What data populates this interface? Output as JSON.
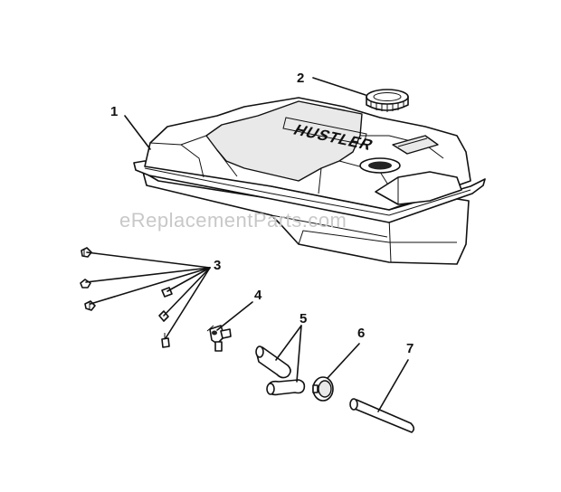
{
  "watermark": "eReplacementParts.com",
  "tank_label": "HUSTLER",
  "callouts": [
    {
      "id": "1",
      "label": "1",
      "part": "fuel tank"
    },
    {
      "id": "2",
      "label": "2",
      "part": "fuel cap"
    },
    {
      "id": "3",
      "label": "3",
      "part": "fasteners"
    },
    {
      "id": "4",
      "label": "4",
      "part": "shut-off valve"
    },
    {
      "id": "5",
      "label": "5",
      "part": "hose elbows"
    },
    {
      "id": "6",
      "label": "6",
      "part": "filter"
    },
    {
      "id": "7",
      "label": "7",
      "part": "fuel line"
    }
  ]
}
